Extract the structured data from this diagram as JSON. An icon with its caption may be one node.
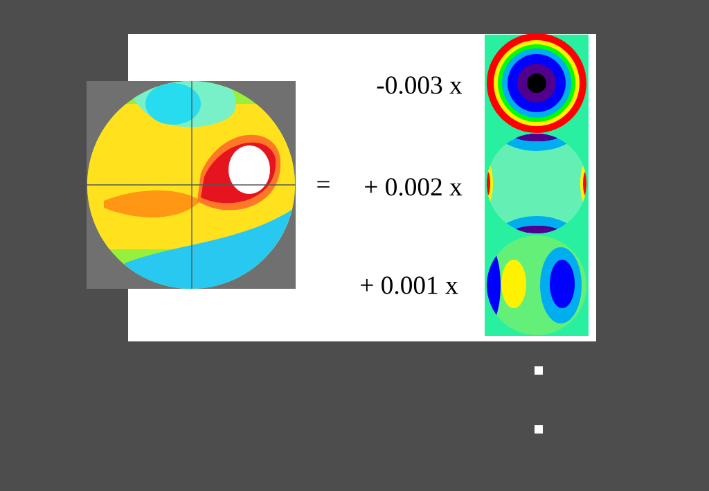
{
  "diagram": {
    "labels": [
      "-0.003 x",
      "=",
      "+ 0.002 x",
      "+ 0.001 x"
    ]
  }
}
